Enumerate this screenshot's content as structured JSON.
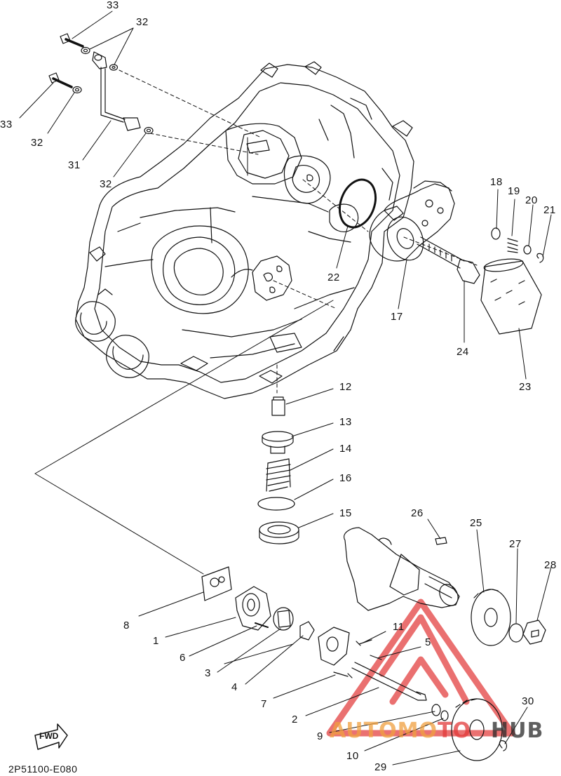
{
  "diagram": {
    "callouts": [
      "33",
      "32",
      "33",
      "32",
      "31",
      "32",
      "22",
      "18",
      "19",
      "20",
      "21",
      "17",
      "24",
      "23",
      "12",
      "13",
      "14",
      "16",
      "15",
      "26",
      "25",
      "27",
      "28",
      "8",
      "1",
      "6",
      "3",
      "4",
      "11",
      "5",
      "7",
      "2",
      "9",
      "10",
      "29",
      "30"
    ],
    "drawing_code": "2P51100-E080",
    "fwd_text": "FWD",
    "colors": {
      "line": "#111111",
      "watermark": "#e23a3a",
      "watermark_text": "#f0a040"
    }
  },
  "watermark": {
    "part1": "AUTOMO",
    "part2": "TO",
    "part3": "HUB"
  }
}
